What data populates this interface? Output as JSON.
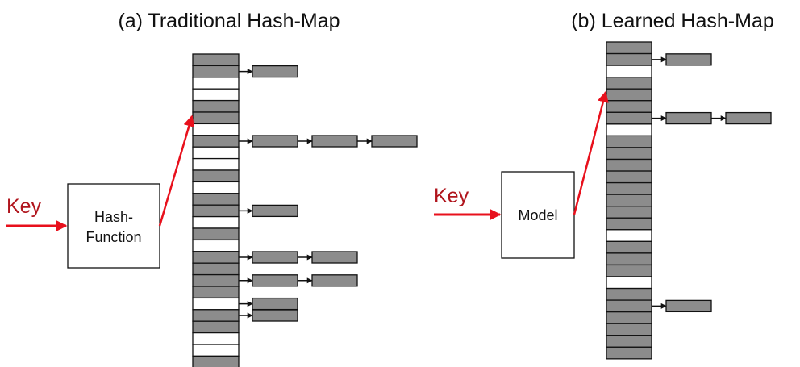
{
  "panels": [
    {
      "title": "(a) Traditional Hash-Map",
      "function_label": [
        "Hash-",
        "Function"
      ],
      "key_label": "Key",
      "slots": [
        1,
        1,
        0,
        0,
        1,
        1,
        0,
        1,
        0,
        0,
        1,
        0,
        1,
        1,
        0,
        1,
        0,
        1,
        1,
        1,
        1,
        0,
        1,
        1,
        0,
        0,
        1
      ],
      "chains": [
        {
          "slot": 1,
          "length": 1
        },
        {
          "slot": 7,
          "length": 3
        },
        {
          "slot": 13,
          "length": 1
        },
        {
          "slot": 17,
          "length": 2
        },
        {
          "slot": 19,
          "length": 2
        },
        {
          "slot": 21,
          "length": 1
        },
        {
          "slot": 22,
          "length": 1
        }
      ],
      "target_slot": 5
    },
    {
      "title": "(b) Learned Hash-Map",
      "function_label": [
        "Model"
      ],
      "key_label": "Key",
      "slots": [
        1,
        1,
        0,
        1,
        1,
        1,
        1,
        0,
        1,
        1,
        1,
        1,
        1,
        1,
        1,
        1,
        0,
        1,
        1,
        1,
        0,
        1,
        1,
        1,
        1,
        1,
        1
      ],
      "chains": [
        {
          "slot": 1,
          "length": 1
        },
        {
          "slot": 6,
          "length": 2
        },
        {
          "slot": 22,
          "length": 1
        }
      ],
      "target_slot": 3
    }
  ],
  "colors": {
    "key_arrow": "#e8101c",
    "key_text": "#b0141c",
    "slot_filled": "#8c8c8c",
    "slot_empty": "#ffffff",
    "outline": "#111111"
  }
}
